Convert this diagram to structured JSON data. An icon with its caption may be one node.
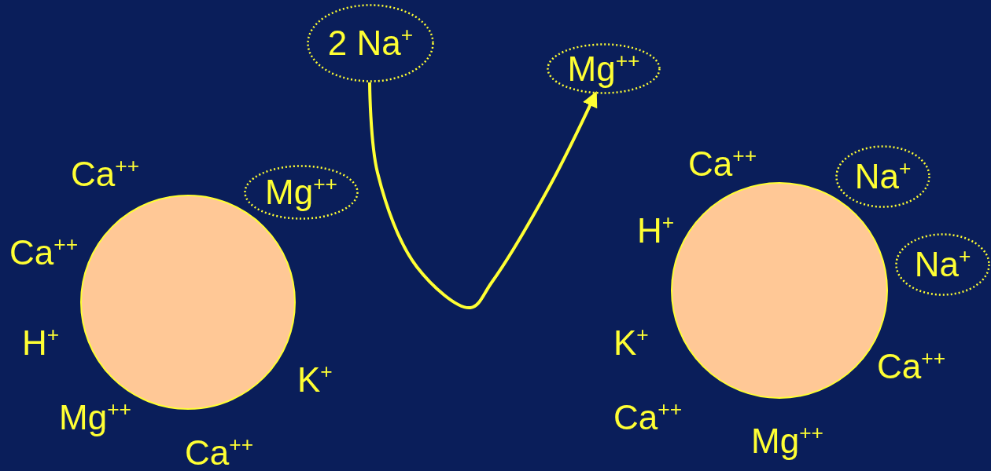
{
  "diagram": {
    "nodes": [
      {
        "text": [
          "2 Na$^{+}$"
        ]
      },
      {
        "text": [
          "Mg$^{++}$"
        ]
      },
      {
        "text": [],
        "shape": "circle"
      },
      {
        "text": [
          "Mg$^{++}$"
        ]
      },
      {
        "text": [],
        "shape": "circle"
      },
      {
        "text": [
          "Na$^{+}$"
        ]
      },
      {
        "text": [
          "Na$^{+}$"
        ]
      }
    ],
    "edges": [
      {
        "from": 0,
        "to": 1,
        "arrow": "to"
      }
    ],
    "labels": [
      "Ca$^{++}$",
      "Ca$^{++}$",
      "Ca$^{++}$",
      "H$^{+}$",
      "H$^{+}$",
      "K$^{+}$",
      "K$^{+}$",
      "Ca$^{++}$",
      "Mg$^{++}$",
      "Ca$^{++}$",
      "Mg$^{++}$",
      "Ca$^{++}$"
    ]
  }
}
